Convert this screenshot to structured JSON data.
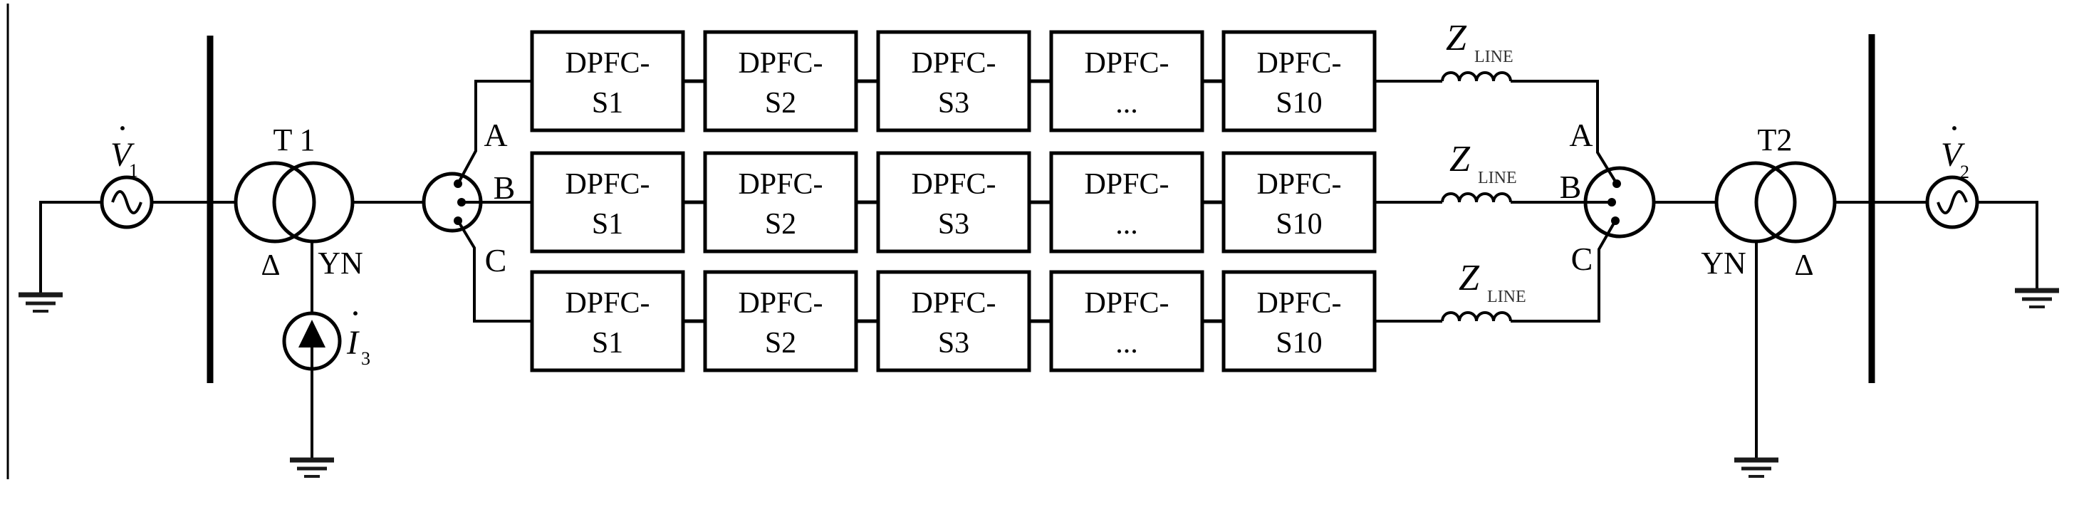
{
  "sources": {
    "dot": "·",
    "v1": {
      "letter": "V",
      "sub": "1"
    },
    "v2": {
      "letter": "V",
      "sub": "2"
    },
    "i3": {
      "letter": "I",
      "sub": "3"
    }
  },
  "transformers": {
    "t1": {
      "name": "T 1",
      "left_winding": "Δ",
      "right_winding": "YN"
    },
    "t2": {
      "name": "T2",
      "left_winding": "YN",
      "right_winding": "Δ"
    }
  },
  "phases": {
    "a": "A",
    "b": "B",
    "c": "C"
  },
  "grid": {
    "line1": "DPFC-",
    "units": [
      "S1",
      "S2",
      "S3",
      "...",
      "S10"
    ]
  },
  "impedance": {
    "symbol": "Z",
    "sub": "LINE"
  }
}
